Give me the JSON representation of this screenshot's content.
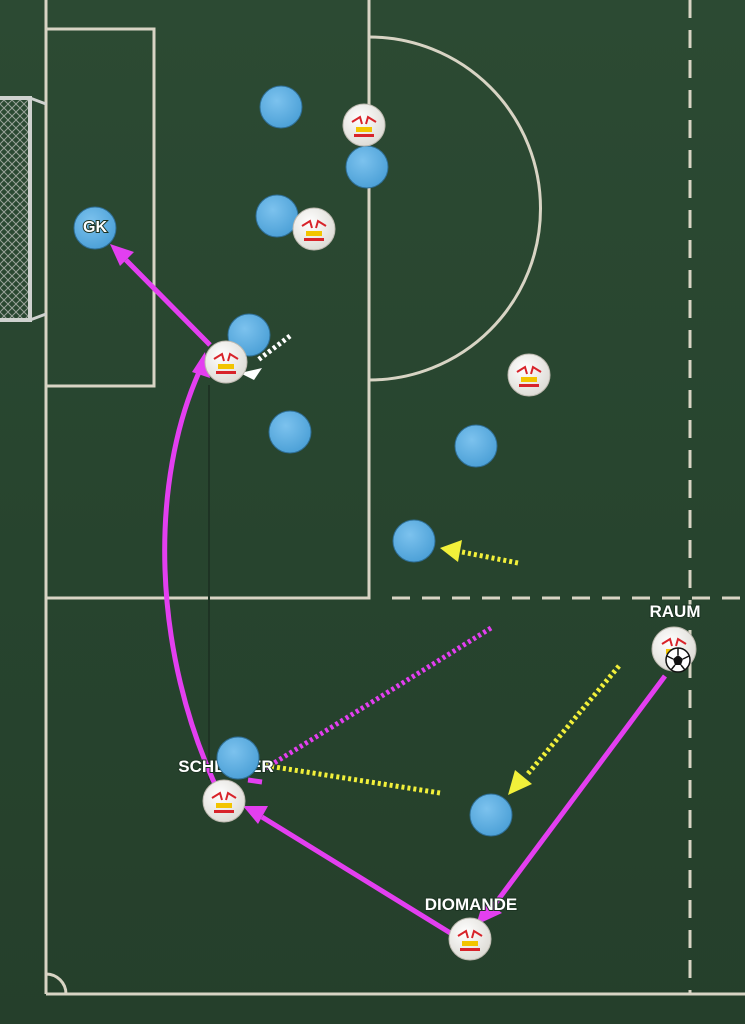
{
  "labels": {
    "goalkeeper": "GK",
    "player_raum": "RAUM",
    "player_diomande": "DIOMANDE",
    "player_schlager": "SCHLAGER"
  },
  "colors": {
    "pitch": "#2a4731",
    "lines": "#d8d4c4",
    "opponent": "#5aaee0",
    "team": "#f4f2ee",
    "team_accent": "#d8232a",
    "pass_arrow": "#e33ff0",
    "press_arrow": "#f2f03a",
    "run_arrow": "#ffffff"
  },
  "icons": {
    "ball": "soccer-ball-icon",
    "team_badge": "red-bull-badge-icon",
    "goal": "goal-net-icon"
  }
}
